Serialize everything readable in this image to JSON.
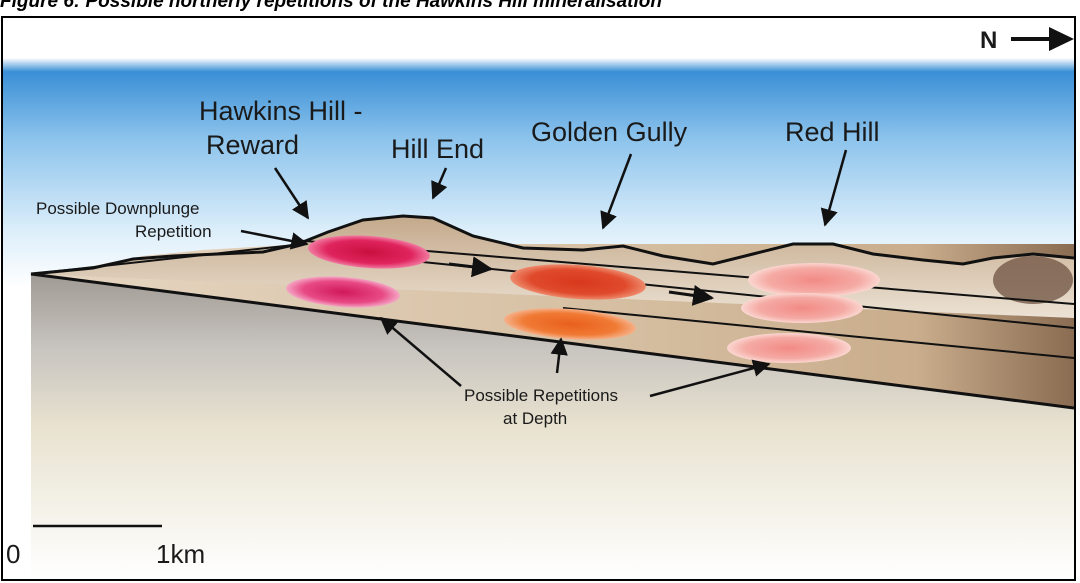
{
  "figure": {
    "caption": "Figure 6: Possible northerly repetitions of the Hawkins Hill mineralisation"
  },
  "north_arrow": {
    "label": "N"
  },
  "labels": {
    "hawkins_hill_line1": "Hawkins Hill -",
    "hawkins_hill_line2": "Reward",
    "hill_end": "Hill End",
    "golden_gully": "Golden Gully",
    "red_hill": "Red Hill",
    "downplunge_line1": "Possible Downplunge",
    "downplunge_line2": "Repetition",
    "depth_line1": "Possible Repetitions",
    "depth_line2": "at Depth"
  },
  "scale_bar": {
    "start_label": "0",
    "end_label": "1km"
  },
  "colors": {
    "sky": "#3a8fd6",
    "ground": "#d9c3a6",
    "lode_hawkins": "#e0245e",
    "lode_golden_gully": "#e04a2c",
    "lode_red_hill": "#f29a93"
  }
}
